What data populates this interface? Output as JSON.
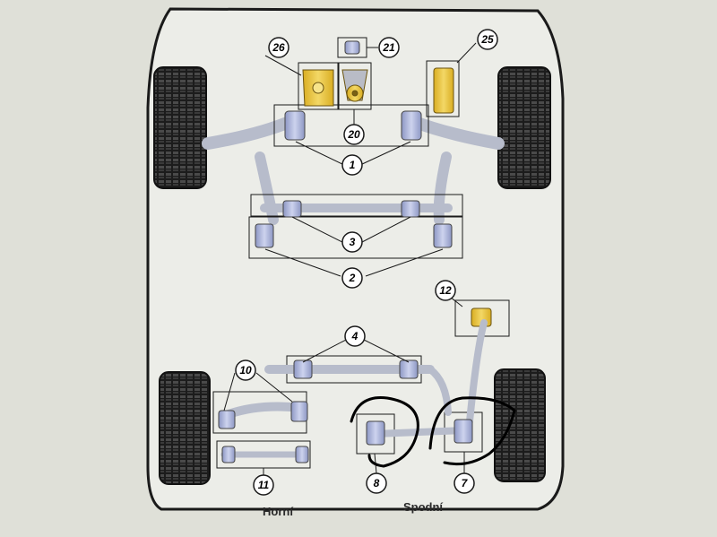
{
  "diagram": {
    "callouts": [
      {
        "id": "c1",
        "label": "1"
      },
      {
        "id": "c2",
        "label": "2"
      },
      {
        "id": "c3",
        "label": "3"
      },
      {
        "id": "c4",
        "label": "4"
      },
      {
        "id": "c7",
        "label": "7"
      },
      {
        "id": "c8",
        "label": "8"
      },
      {
        "id": "c10",
        "label": "10"
      },
      {
        "id": "c11",
        "label": "11"
      },
      {
        "id": "c12",
        "label": "12"
      },
      {
        "id": "c20",
        "label": "20"
      },
      {
        "id": "c21",
        "label": "21"
      },
      {
        "id": "c25",
        "label": "25"
      },
      {
        "id": "c26",
        "label": "26"
      }
    ],
    "captions": {
      "upper": "Horní",
      "lower": "Spodní"
    }
  },
  "colors": {
    "background": "#dcdcd2",
    "panel": "#e8e9e3",
    "outline": "#1a1a1a",
    "tyre": "#1c1c1c",
    "arm": "#b7bccb",
    "bush_blue": "#aab3d6",
    "bush_yellow": "#e7c53a",
    "marker": "#000000"
  }
}
